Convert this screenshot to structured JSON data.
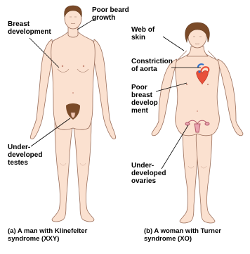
{
  "figure": {
    "left_panel": {
      "labels": {
        "breast": "Breast\ndevelopment",
        "beard": "Poor beard\ngrowth",
        "testes": "Under-\ndeveloped\ntestes"
      },
      "caption": "(a) A man with Klinefelter\nsyndrome (XXY)"
    },
    "right_panel": {
      "labels": {
        "web": "Web of\nskin",
        "aorta": "Constriction\nof aorta",
        "breast": "Poor\nbreast\ndevelop\nment",
        "ovaries": "Under-\ndeveloped\novaries"
      },
      "caption": "(b) A woman with Turner\nsyndrome (XO)"
    },
    "colors": {
      "skin": "#fbe1d0",
      "outline": "#9a6f5c",
      "hair": "#7a4a28",
      "heart": "#e8503a",
      "vessel_blue": "#2f6fc8",
      "leader": "#000000"
    }
  }
}
